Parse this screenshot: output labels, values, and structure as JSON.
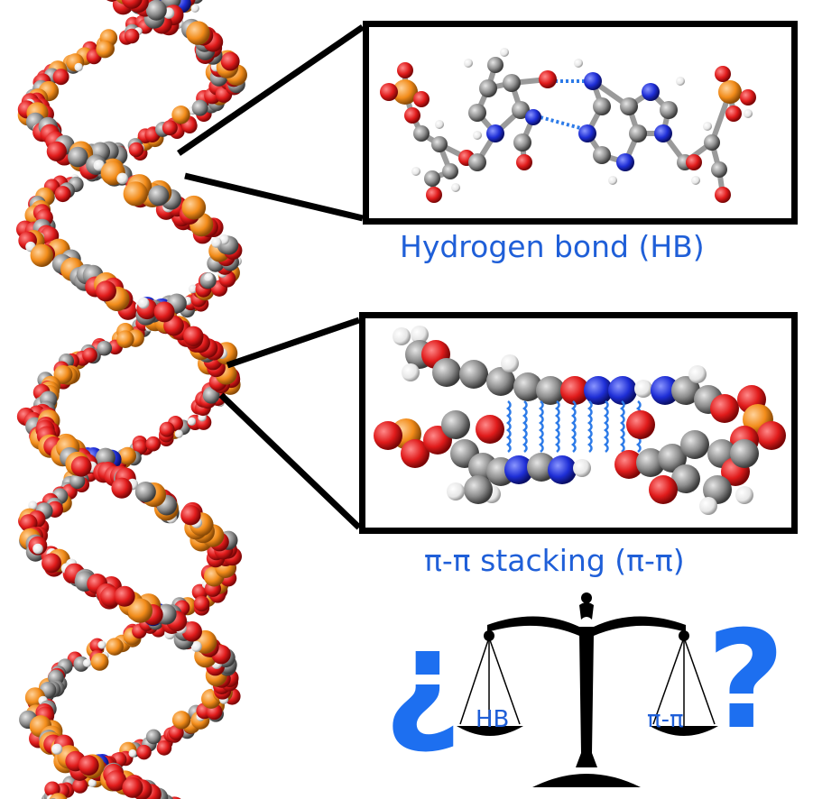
{
  "captions": {
    "hydrogen_bond": "Hydrogen bond (HB)",
    "pi_stacking": "π-π stacking (π-π)"
  },
  "balance": {
    "left_pan_label": "HB",
    "right_pan_label": "π-π",
    "open_question_mark": "¿",
    "close_question_mark": "?"
  },
  "colors": {
    "oxygen": "#e01b1b",
    "phosphorus": "#f28c1a",
    "nitrogen": "#1e2ed6",
    "carbon": "#8c8c8c",
    "hydrogen": "#f2f2f2",
    "caption_blue": "#1f5fd8",
    "interaction_blue": "#2d7be8"
  }
}
